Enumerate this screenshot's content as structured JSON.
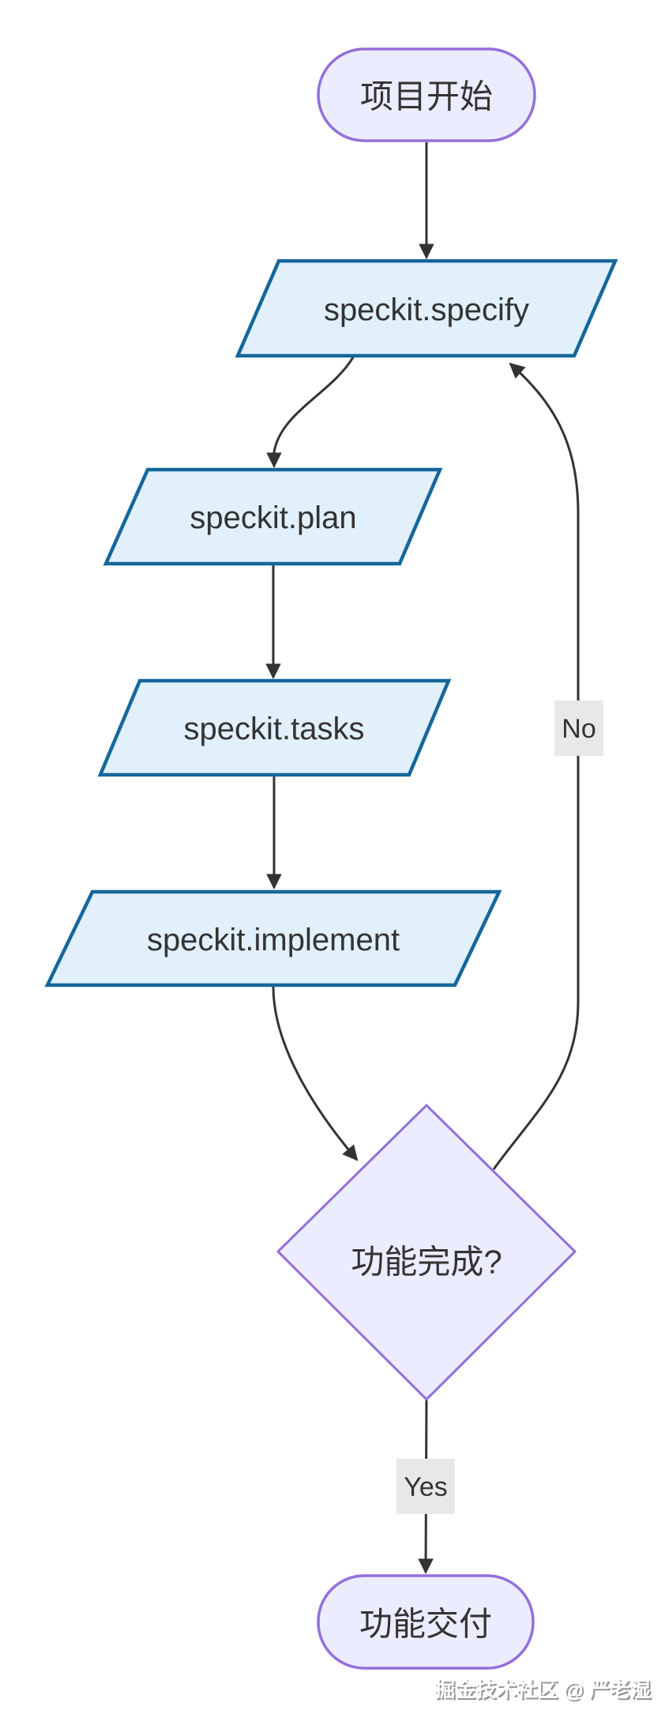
{
  "diagram": {
    "type": "flowchart",
    "background": "#ffffff",
    "colors": {
      "process_fill": "#E1F0FA",
      "process_stroke": "#15679B",
      "terminal_fill": "#ECECFF",
      "terminal_stroke": "#9370DB",
      "edge_stroke": "#333333",
      "edge_label_bg": "#E8E8E8",
      "text": "#333333"
    },
    "nodes": {
      "start": {
        "label": "项目开始",
        "shape": "stadium"
      },
      "specify": {
        "label": "speckit.specify",
        "shape": "parallelogram"
      },
      "plan": {
        "label": "speckit.plan",
        "shape": "parallelogram"
      },
      "tasks": {
        "label": "speckit.tasks",
        "shape": "parallelogram"
      },
      "implement": {
        "label": "speckit.implement",
        "shape": "parallelogram"
      },
      "decision": {
        "label": "功能完成?",
        "shape": "diamond"
      },
      "deliver": {
        "label": "功能交付",
        "shape": "stadium"
      }
    },
    "edges": {
      "no_label": "No",
      "yes_label": "Yes"
    },
    "watermark": "掘金技术社区 @ 严老湿"
  }
}
